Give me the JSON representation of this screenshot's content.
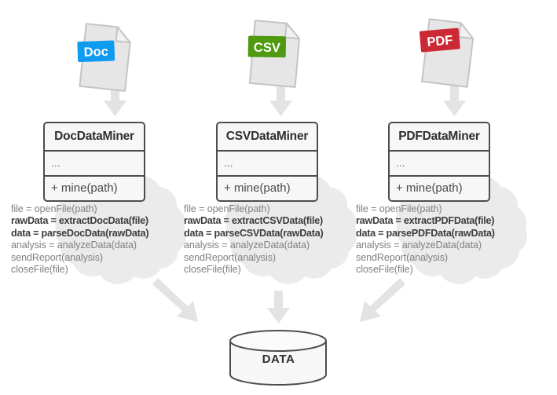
{
  "diagram": {
    "title": "Data mining pipeline class diagram",
    "colors": {
      "doc_badge": "#0f9bf0",
      "csv_badge": "#4f9a10",
      "pdf_badge": "#cc2936",
      "cloud": "#ebebeb",
      "arrow": "#e3e3e3",
      "box_border": "#4d4d4d",
      "box_fill": "#f7f7f7",
      "page_fill": "#e6e6e6",
      "page_stroke": "#c4c4c4",
      "code_regular": "#808080",
      "code_bold": "#3c3c3c",
      "background": "#ffffff"
    },
    "columns": [
      {
        "id": "doc",
        "file_icon": {
          "name": "doc-file-icon",
          "badge_label": "Doc",
          "badge_color": "#0f9bf0"
        },
        "arrow_down_label": "flow-arrow-doc",
        "class": {
          "name": "DocDataMiner",
          "attributes": "...",
          "operations": "+ mine(path)"
        },
        "code": [
          {
            "text": "file = openFile(path)",
            "bold": false
          },
          {
            "text": "rawData = extractDocData(file)",
            "bold": true
          },
          {
            "text": "data = parseDocData(rawData)",
            "bold": true
          },
          {
            "text": "analysis = analyzeData(data)",
            "bold": false
          },
          {
            "text": "sendReport(analysis)",
            "bold": false
          },
          {
            "text": "closeFile(file)",
            "bold": false
          }
        ]
      },
      {
        "id": "csv",
        "file_icon": {
          "name": "csv-file-icon",
          "badge_label": "CSV",
          "badge_color": "#4f9a10"
        },
        "arrow_down_label": "flow-arrow-csv",
        "class": {
          "name": "CSVDataMiner",
          "attributes": "...",
          "operations": "+ mine(path)"
        },
        "code": [
          {
            "text": "file = openFile(path)",
            "bold": false
          },
          {
            "text": "rawData = extractCSVData(file)",
            "bold": true
          },
          {
            "text": "data = parseCSVData(rawData)",
            "bold": true
          },
          {
            "text": "analysis = analyzeData(data)",
            "bold": false
          },
          {
            "text": "sendReport(analysis)",
            "bold": false
          },
          {
            "text": "closeFile(file)",
            "bold": false
          }
        ]
      },
      {
        "id": "pdf",
        "file_icon": {
          "name": "pdf-file-icon",
          "badge_label": "PDF",
          "badge_color": "#cc2936"
        },
        "arrow_down_label": "flow-arrow-pdf",
        "class": {
          "name": "PDFDataMiner",
          "attributes": "...",
          "operations": "+ mine(path)"
        },
        "code": [
          {
            "text": "file = openFile(path)",
            "bold": false
          },
          {
            "text": "rawData = extractPDFData(file)",
            "bold": true
          },
          {
            "text": "data = parsePDFData(rawData)",
            "bold": true
          },
          {
            "text": "analysis = analyzeData(data)",
            "bold": false
          },
          {
            "text": "sendReport(analysis)",
            "bold": false
          },
          {
            "text": "closeFile(file)",
            "bold": false
          }
        ]
      }
    ],
    "datastore": {
      "label": "DATA",
      "shape": "cylinder"
    }
  }
}
